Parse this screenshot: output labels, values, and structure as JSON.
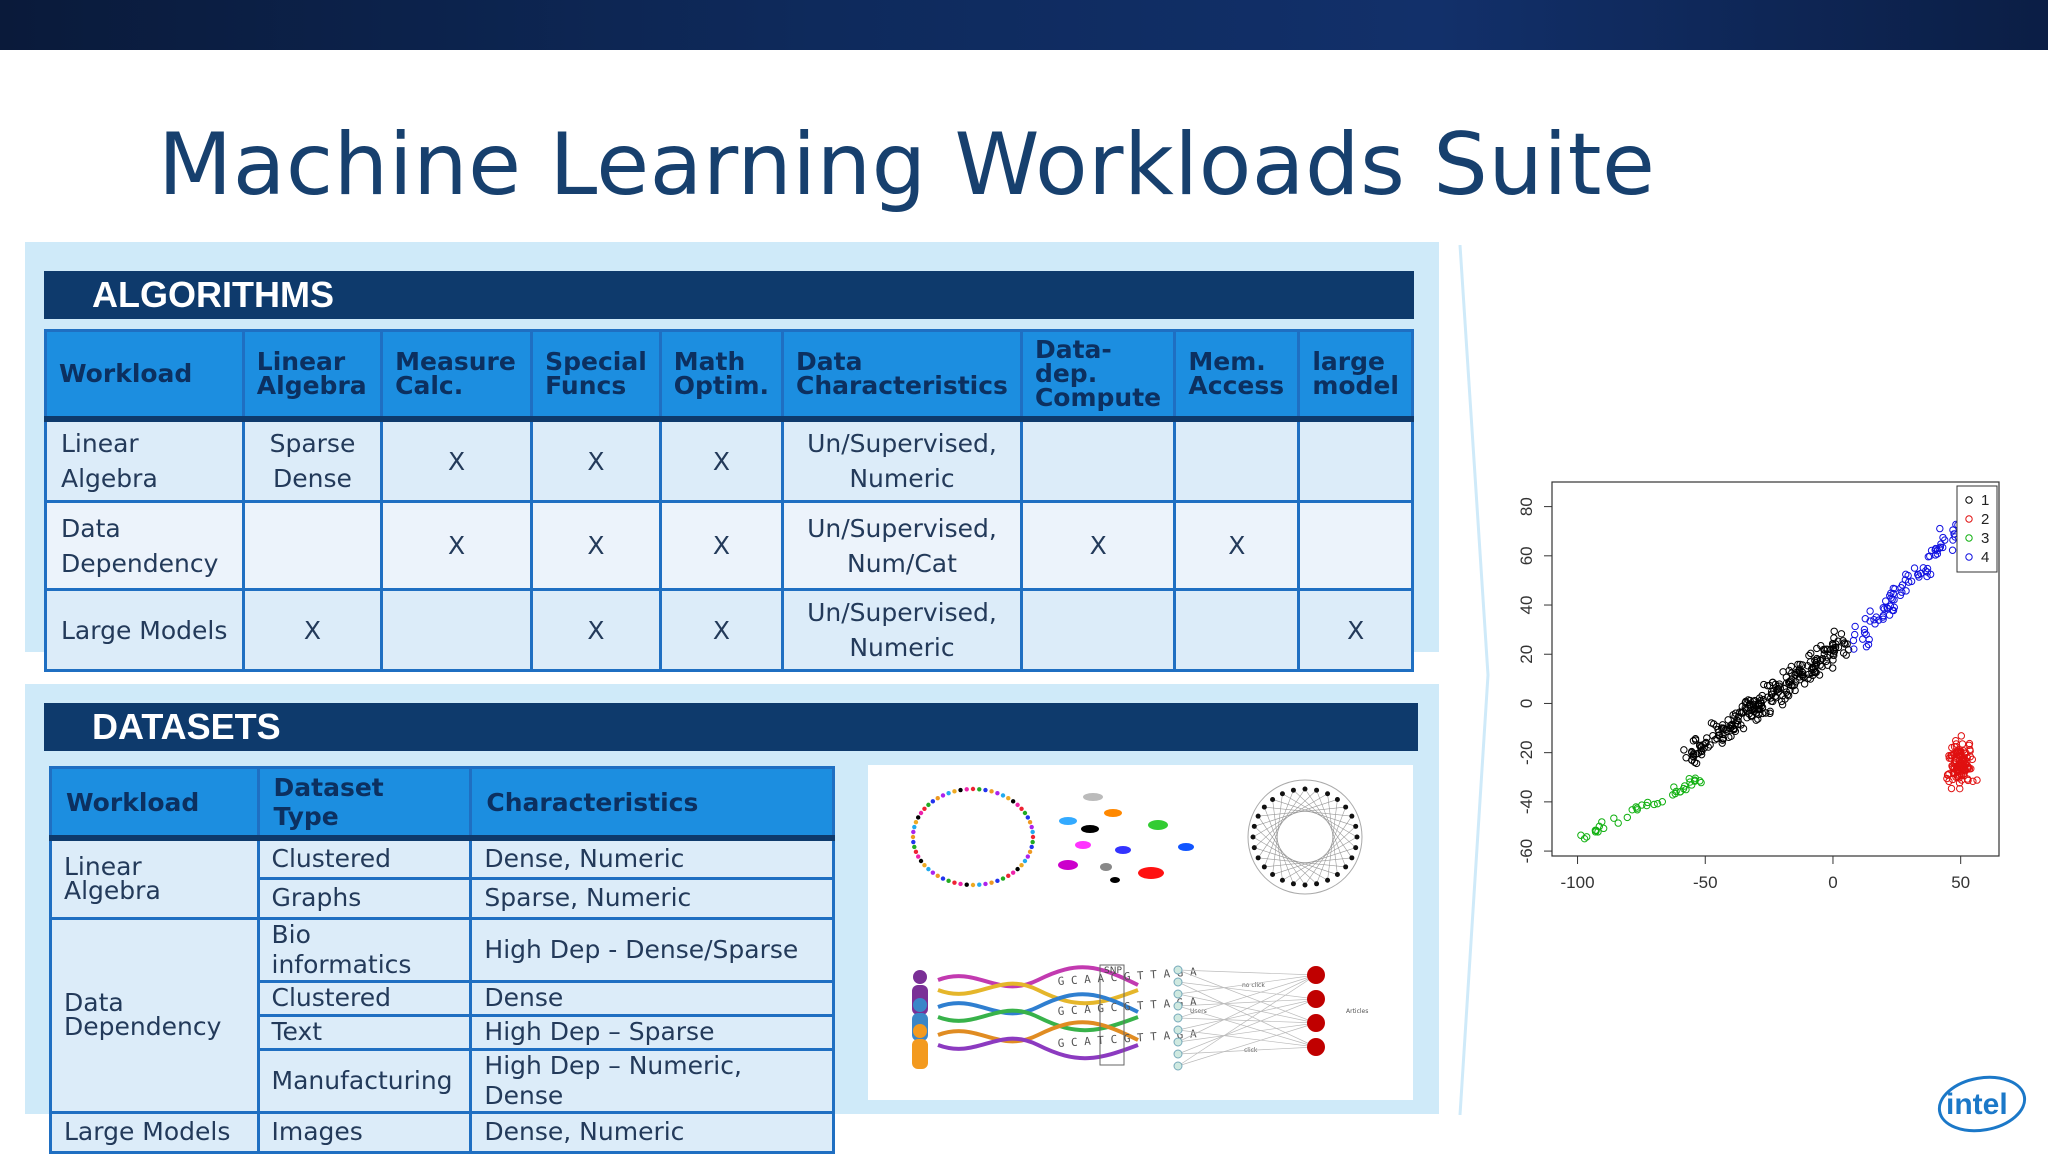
{
  "slide": {
    "title": "Machine Learning Workloads Suite",
    "logo_text": "intel"
  },
  "algorithms": {
    "banner": "ALGORITHMS",
    "headers": [
      "Workload",
      "Linear Algebra",
      "Measure Calc.",
      "Special Funcs",
      "Math Optim.",
      "Data Characteristics",
      "Data-dep. Compute",
      "Mem. Access",
      "large model"
    ],
    "header_lines": [
      [
        "Workload"
      ],
      [
        "Linear",
        "Algebra"
      ],
      [
        "Measure",
        "Calc."
      ],
      [
        "Special",
        "Funcs"
      ],
      [
        "Math",
        "Optim."
      ],
      [
        "Data",
        "Characteristics"
      ],
      [
        "Data-dep.",
        "Compute"
      ],
      [
        "Mem.",
        "Access"
      ],
      [
        "large",
        "model"
      ]
    ],
    "rows": [
      {
        "workload": "Linear Algebra",
        "cells": [
          "Sparse\nDense",
          "X",
          "X",
          "X",
          "Un/Supervised,\nNumeric",
          "",
          "",
          ""
        ]
      },
      {
        "workload": "Data\nDependency",
        "cells": [
          "",
          "X",
          "X",
          "X",
          "Un/Supervised,\nNum/Cat",
          "X",
          "X",
          ""
        ]
      },
      {
        "workload": "Large Models",
        "cells": [
          "X",
          "",
          "X",
          "X",
          "Un/Supervised,\nNumeric",
          "",
          "",
          "X"
        ]
      }
    ]
  },
  "datasets": {
    "banner": "DATASETS",
    "headers": [
      "Workload",
      "Dataset Type",
      "Characteristics"
    ],
    "groups": [
      {
        "workload": "Linear Algebra",
        "rows": [
          [
            "Clustered",
            "Dense, Numeric"
          ],
          [
            "Graphs",
            "Sparse, Numeric"
          ]
        ]
      },
      {
        "workload": "Data\nDependency",
        "rows": [
          [
            "Bio informatics",
            "High Dep - Dense/Sparse"
          ],
          [
            "Clustered",
            "Dense"
          ],
          [
            "Text",
            "High Dep  – Sparse"
          ],
          [
            "Manufacturing",
            "High Dep – Numeric,  Dense"
          ]
        ]
      },
      {
        "workload": "Large Models",
        "rows": [
          [
            "Images",
            "Dense, Numeric"
          ]
        ]
      }
    ],
    "image_labels": {
      "snp": "SNP",
      "users": "Users",
      "articles": "Articles",
      "no_click": "no click",
      "click": "click",
      "dna_rows": [
        "G C A  A  C G T T A G A",
        "G C A  G  C G T T A G A",
        "G C A  T  C G T T A G A"
      ]
    }
  },
  "scatter": {
    "x_ticks": [
      "-100",
      "-50",
      "0",
      "50"
    ],
    "y_ticks": [
      "-60",
      "-40",
      "-20",
      "0",
      "20",
      "40",
      "60",
      "80"
    ],
    "legend": [
      {
        "label": "1",
        "color": "#000000"
      },
      {
        "label": "2",
        "color": "#e01010"
      },
      {
        "label": "3",
        "color": "#10b010"
      },
      {
        "label": "4",
        "color": "#1010e0"
      }
    ]
  }
}
